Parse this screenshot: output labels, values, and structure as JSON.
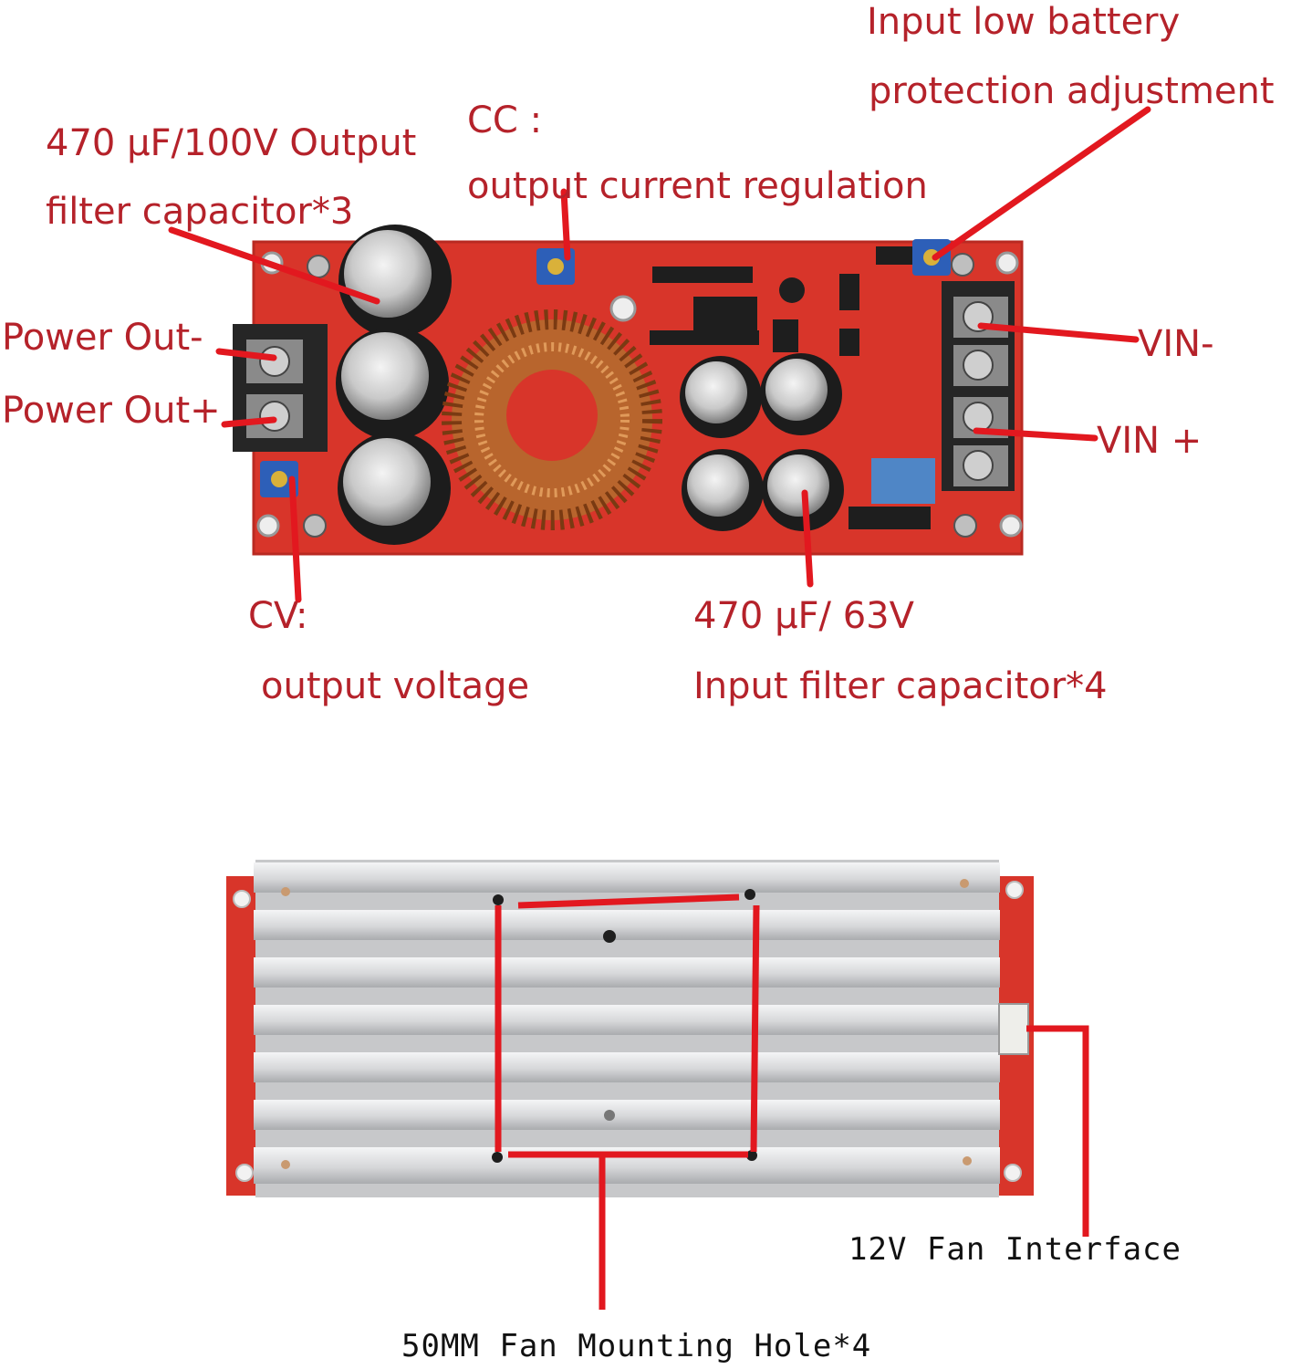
{
  "colors": {
    "label_text": "#b5222a",
    "leader_line": "#e2181f",
    "pcb": "#d8352a",
    "heatsink": "#d9dadc",
    "annotation_text_bottom": "#111111"
  },
  "top_board": {
    "labels": {
      "input_low_battery_1": "Input low battery",
      "input_low_battery_2": "protection adjustment",
      "cc_1": "CC :",
      "cc_2": "output current regulation",
      "output_cap_1": "470 μF/100V Output",
      "output_cap_2": "filter capacitor*3",
      "power_out_minus": "Power Out-",
      "power_out_plus": "Power Out+",
      "vin_minus": "VIN-",
      "vin_plus": "VIN +",
      "cv_1": "CV:",
      "cv_2": "output voltage",
      "input_cap_1": "470 μF/ 63V",
      "input_cap_2": "Input filter capacitor*4"
    }
  },
  "bottom_board": {
    "labels": {
      "fan_interface": "12V Fan Interface",
      "fan_mounting_hole": "50MM Fan Mounting Hole*4"
    }
  }
}
